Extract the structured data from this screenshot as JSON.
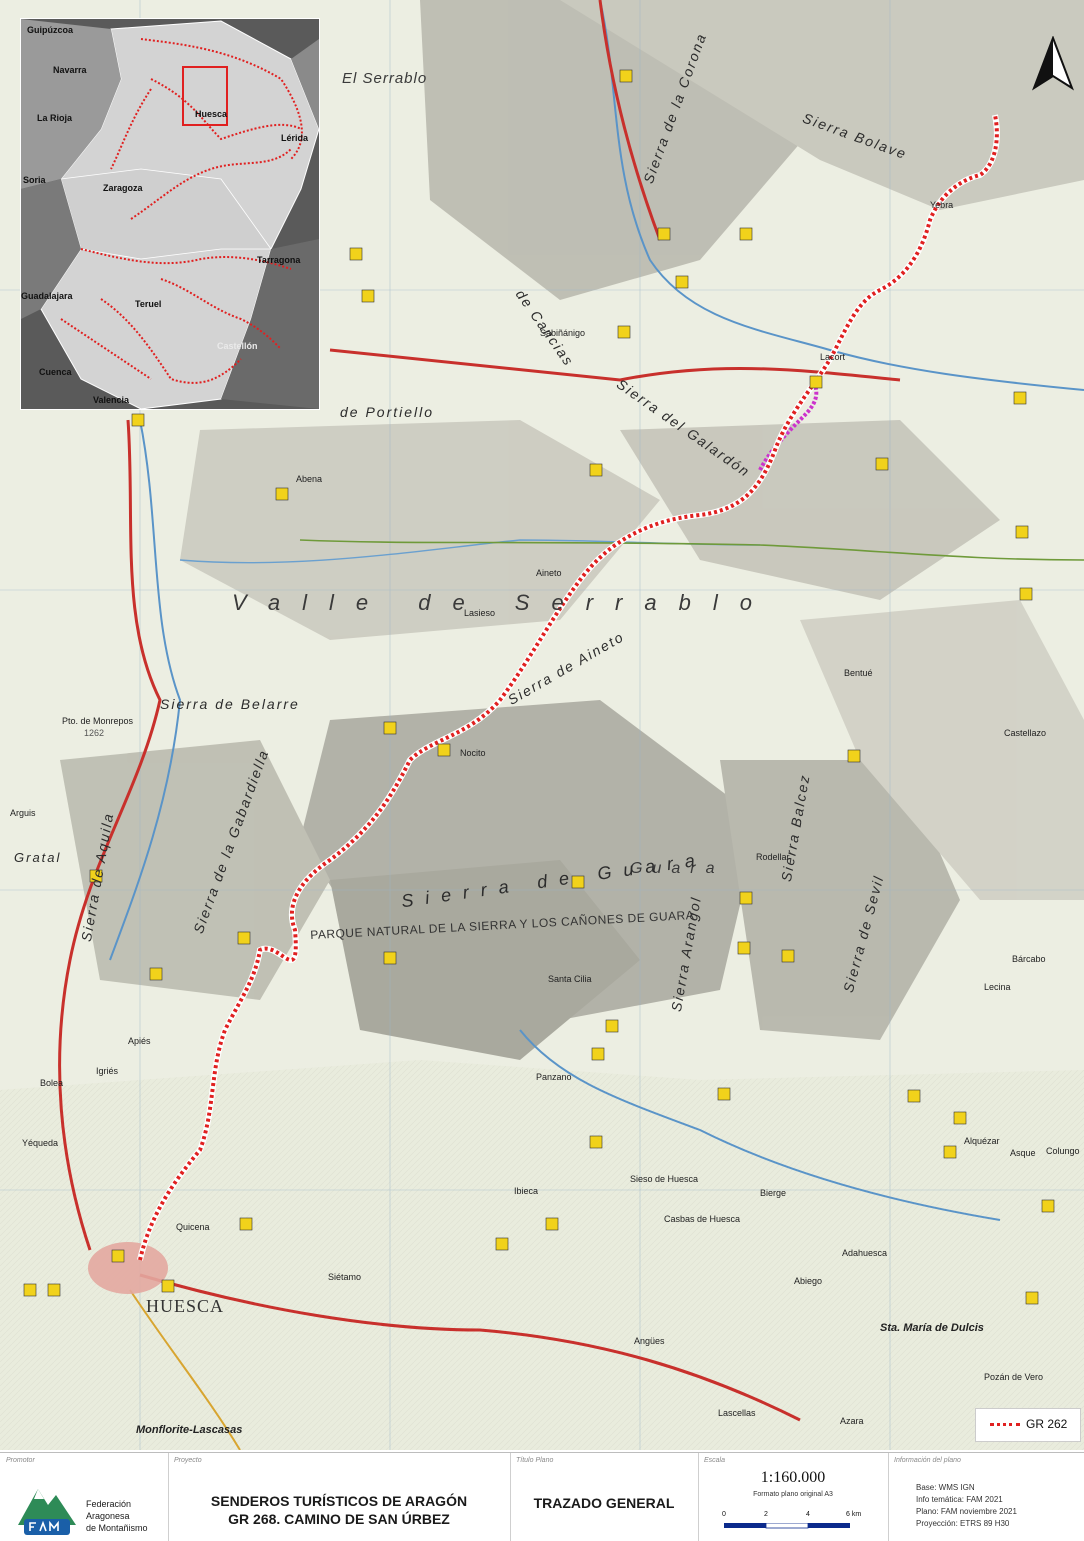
{
  "map": {
    "regions": {
      "serrablo_big": "El Serrablo",
      "valle_serrablo": "Valle de Serrablo",
      "guara": "Guara"
    },
    "sierras": {
      "corona": "Sierra de la Corona",
      "bolave": "Sierra Bolave",
      "gabardiella": "Sierra de la Gabardiella",
      "aineto": "Sierra de Aineto",
      "belarre": "Sierra de Belarre",
      "portiello": "de Portiello",
      "galardon": "Sierra del Galardón",
      "cancias": "de Cancias",
      "guara_sierra": "Sierra de Guara",
      "arangol": "Sierra Arangol",
      "balcez": "Sierra Balcez",
      "sevil": "Sierra de Sevil",
      "aquila": "Sierra de Aquila",
      "gratal": "Gratal"
    },
    "park": "PARQUE NATURAL DE LA SIERRA Y LOS CAÑONES DE GUARA",
    "city": "HUESCA",
    "towns": {
      "jaca_cerdana": "Sta. María de Dulcis",
      "monflorite": "Monflorite-Lascasas",
      "pto_monrepos": "Pto. de Monrepos",
      "monrepos_alt": "1262",
      "santa_cilia": "Santa Cilia",
      "nocito": "Nocito",
      "bierge": "Bierge",
      "lacort": "Lacort",
      "abena": "Abena",
      "yebra": "Yebra",
      "sabinanigo": "Sabiñánigo",
      "aineto": "Aineto",
      "lasieso": "Lasieso",
      "sieso": "Sieso de Huesca",
      "casbas": "Casbas de Huesca",
      "ibieca": "Ibieca",
      "angues": "Angües",
      "sietamo": "Siétamo",
      "quicena": "Quicena",
      "igries": "Igriés",
      "yequeda": "Yéqueda",
      "apies": "Apiés",
      "lascellas": "Lascellas",
      "abiego": "Abiego",
      "alquezar": "Alquézar",
      "castellazo": "Castellazo",
      "barcabo": "Bárcabo",
      "azara": "Azara",
      "panzano": "Panzano",
      "arguis": "Arguis",
      "bolea": "Bolea",
      "lecina": "Lecina",
      "bentue": "Bentué",
      "rodellar": "Rodellar",
      "pozan": "Pozán de Vero",
      "asque": "Asque",
      "colungo": "Colungo",
      "adahuesca": "Adahuesca"
    }
  },
  "inset": {
    "regions": {
      "guipuzcoa": "Guipúzcoa",
      "navarra": "Navarra",
      "la_rioja": "La Rioja",
      "soria": "Soria",
      "zaragoza": "Zaragoza",
      "huesca": "Huesca",
      "lerida": "Lérida",
      "tarragona": "Tarragona",
      "guadalajara": "Guadalajara",
      "teruel": "Teruel",
      "castellon": "Castellón",
      "cuenca": "Cuenca",
      "valencia": "Valencia"
    }
  },
  "legend": {
    "label": "GR 262",
    "route_color": "#e02020"
  },
  "footer": {
    "promotor_caption": "Promotor",
    "promotor_lines": [
      "Federación",
      "Aragonesa",
      "de Montañismo"
    ],
    "proyecto_caption": "Proyecto",
    "proyecto_line1": "SENDEROS TURÍSTICOS DE ARAGÓN",
    "proyecto_line2": "GR 268. CAMINO DE SAN ÚRBEZ",
    "titulo_caption": "Título Plano",
    "titulo": "TRAZADO GENERAL",
    "escala_caption": "Escala",
    "escala_ratio": "1:160.000",
    "escala_format": "Formato plano original A3",
    "escala_ticks": [
      "0",
      "2",
      "4",
      "6 km"
    ],
    "info_caption": "Información del plano",
    "info_lines": [
      "Base: WMS IGN",
      "Info temática: FAM 2021",
      "Plano: FAM noviembre 2021",
      "Proyección: ETRS 89 H30"
    ]
  },
  "colors": {
    "route": "#e02020",
    "variant": "#cc33cc",
    "brand_blue": "#1a5fa8",
    "brand_green": "#2e8b57"
  }
}
